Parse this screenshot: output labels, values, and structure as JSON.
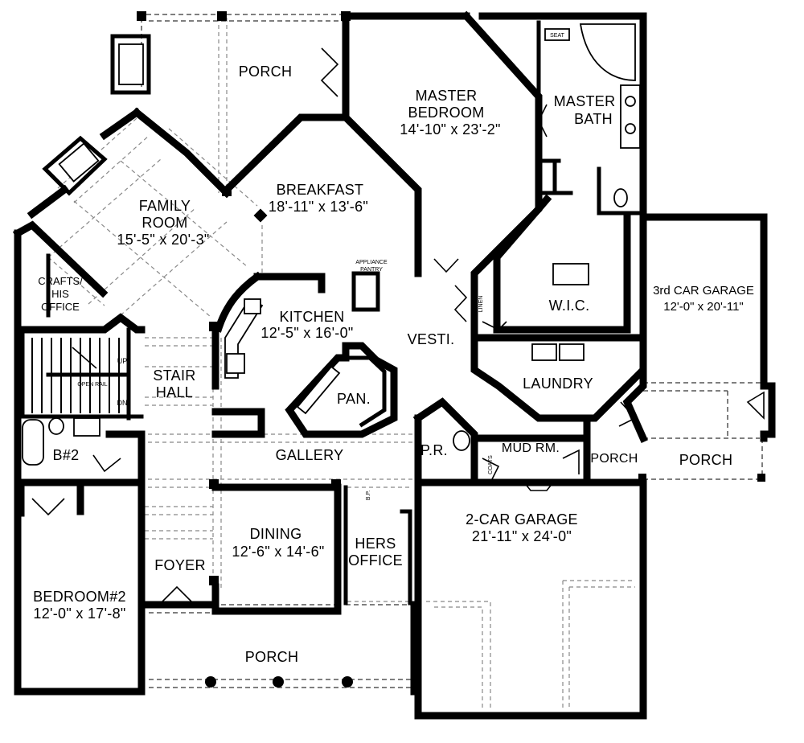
{
  "rooms": {
    "porch_rear": {
      "name": "PORCH"
    },
    "master_bedroom": {
      "name_line1": "MASTER",
      "name_line2": "BEDROOM",
      "size": "14'-10\" x 23'-2\""
    },
    "master_bath": {
      "name_line1": "MASTER",
      "name_line2": "BATH",
      "seat": "SEAT"
    },
    "breakfast": {
      "name": "BREAKFAST",
      "size": "18'-11\" x 13'-6\""
    },
    "family_room": {
      "name_line1": "FAMILY",
      "name_line2": "ROOM",
      "size": "15'-5\" x 20'-3\""
    },
    "crafts_office": {
      "line1": "CRAFTS/",
      "line2": "HIS",
      "line3": "OFFICE"
    },
    "appliance_pantry": {
      "line1": "APPLIANCE",
      "line2": "PANTRY"
    },
    "kitchen": {
      "name": "KITCHEN",
      "size": "12'-5\" x 16'-0\""
    },
    "pantry": {
      "name": "PAN."
    },
    "vestibule": {
      "name": "VESTI."
    },
    "linen": {
      "name": "LINEN"
    },
    "wic": {
      "name": "W.I.C."
    },
    "garage_3rd": {
      "name": "3rd CAR GARAGE",
      "size": "12'-0\" x 20'-11\""
    },
    "laundry": {
      "name": "LAUNDRY"
    },
    "stair_hall": {
      "line1": "STAIR",
      "line2": "HALL",
      "up": "UP",
      "dn": "DN",
      "rail": "OPEN RAIL"
    },
    "gallery": {
      "name": "GALLERY"
    },
    "powder_room": {
      "name": "P.R."
    },
    "coats": {
      "name": "COATS"
    },
    "mud_room": {
      "name": "MUD RM."
    },
    "porch_side": {
      "name": "PORCH"
    },
    "porch_garage": {
      "name": "PORCH"
    },
    "bath2": {
      "name": "B#2"
    },
    "bp": {
      "name": "B.P."
    },
    "garage_2car": {
      "name": "2-CAR GARAGE",
      "size": "21'-11\" x 24'-0\""
    },
    "dining": {
      "name": "DINING",
      "size": "12'-6\" x 14'-6\""
    },
    "hers_office": {
      "line1": "HERS",
      "line2": "OFFICE"
    },
    "foyer": {
      "name": "FOYER"
    },
    "bedroom2": {
      "name": "BEDROOM#2",
      "size": "12'-0\" x 17'-8\""
    },
    "porch_front": {
      "name": "PORCH"
    }
  }
}
